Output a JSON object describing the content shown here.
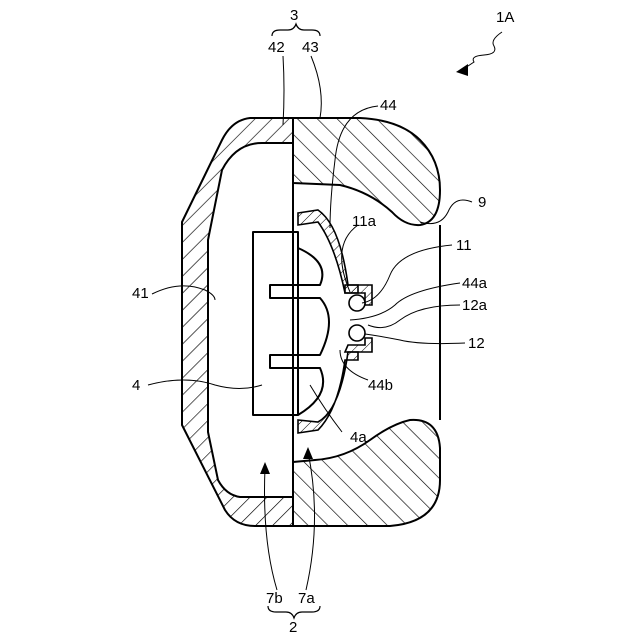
{
  "figure_label": "1A",
  "labels": {
    "l3": "3",
    "l42": "42",
    "l43": "43",
    "l44": "44",
    "l9": "9",
    "l11a": "11a",
    "l11": "11",
    "l44a": "44a",
    "l12a": "12a",
    "l12": "12",
    "l41": "41",
    "l4": "4",
    "l44b": "44b",
    "l4a": "4a",
    "l7b": "7b",
    "l7a": "7a",
    "l2": "2"
  }
}
